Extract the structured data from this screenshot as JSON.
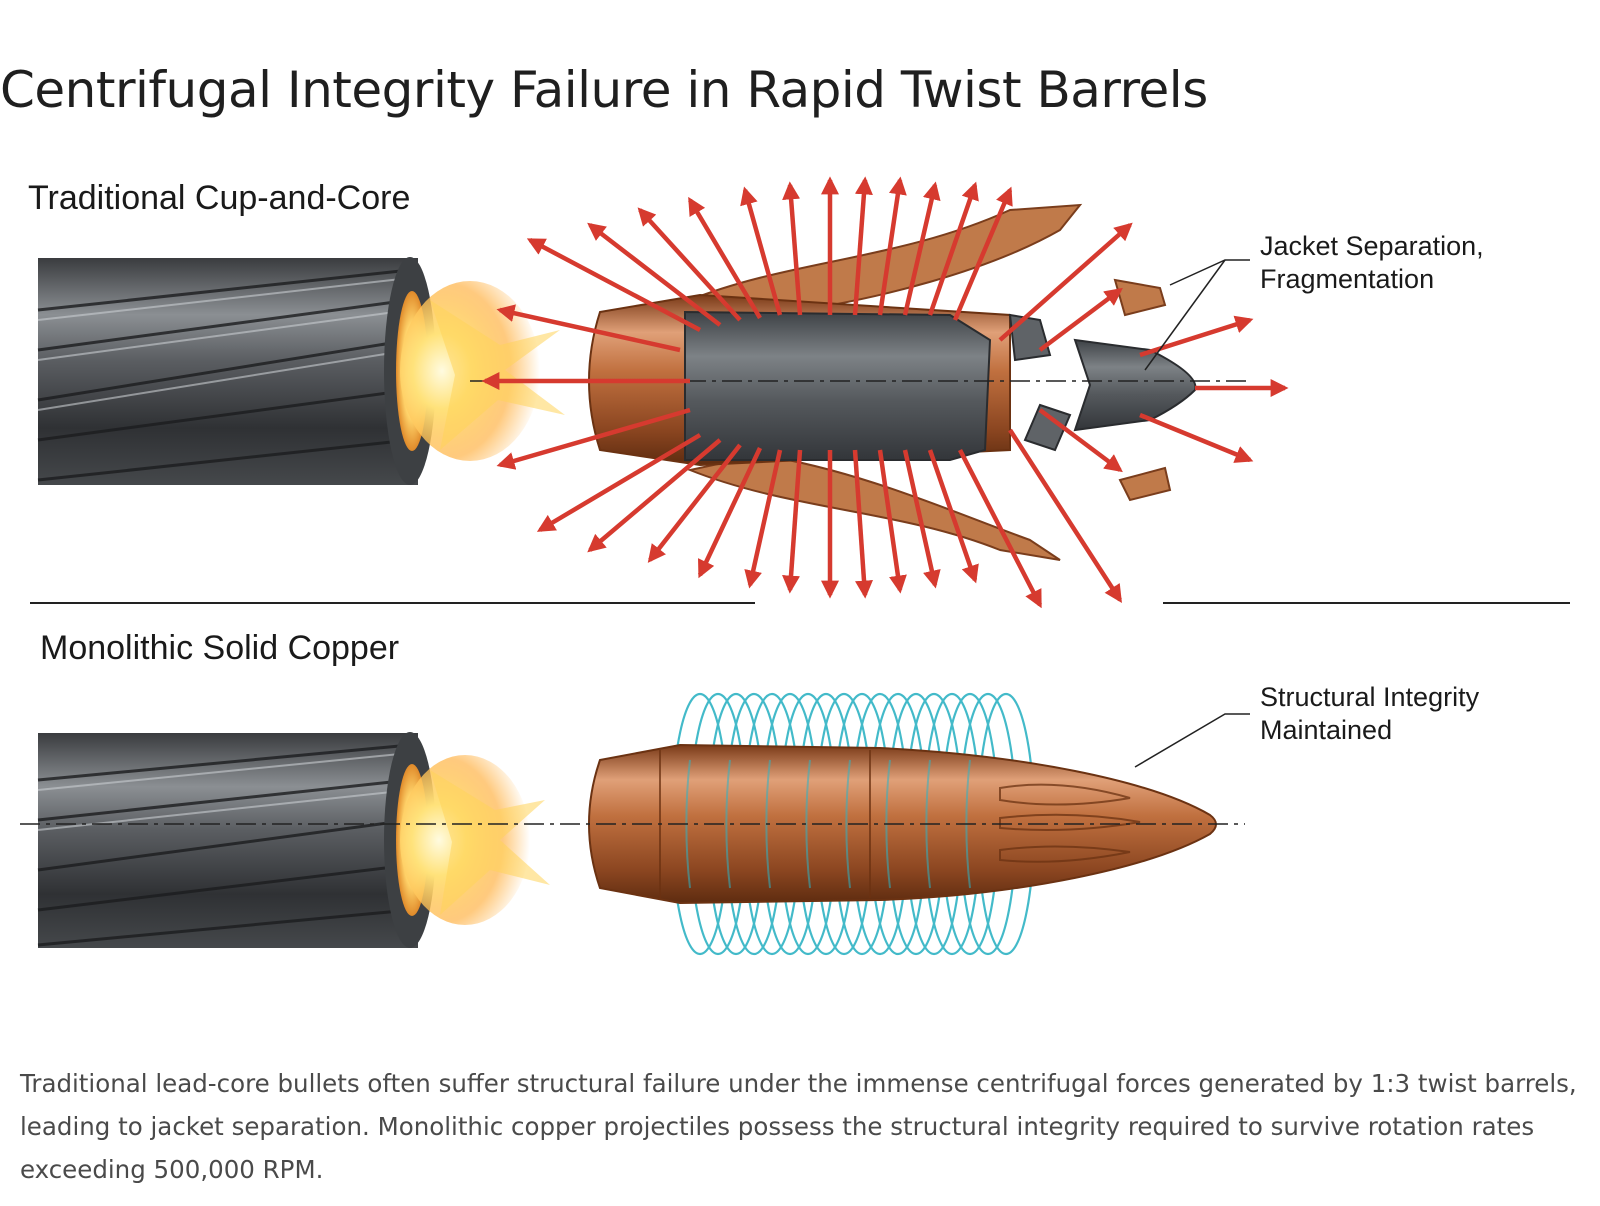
{
  "page": {
    "title": "Centrifugal Integrity Failure in Rapid Twist Barrels",
    "caption": "Traditional lead-core bullets often suffer structural failure under the immense centrifugal forces generated by 1:3 twist barrels, leading to jacket separation. Monolithic copper projectiles possess the structural integrity required to survive rotation rates exceeding 500,000 RPM."
  },
  "diagram": {
    "top_panel": {
      "heading": "Traditional Cup-and-Core",
      "callout_line1": "Jacket Separation,",
      "callout_line2": "Fragmentation"
    },
    "bottom_panel": {
      "heading": "Monolithic Solid Copper",
      "callout_line1": "Structural Integrity",
      "callout_line2": "Maintained"
    }
  },
  "colors": {
    "force_arrow": "#d63a2f",
    "copper": "#c0703f",
    "lead_core": "#555a5e",
    "barrel": "#4a4d50",
    "spin_rings": "#2fb3c4",
    "muzzle_flash": "#ffd35a"
  }
}
